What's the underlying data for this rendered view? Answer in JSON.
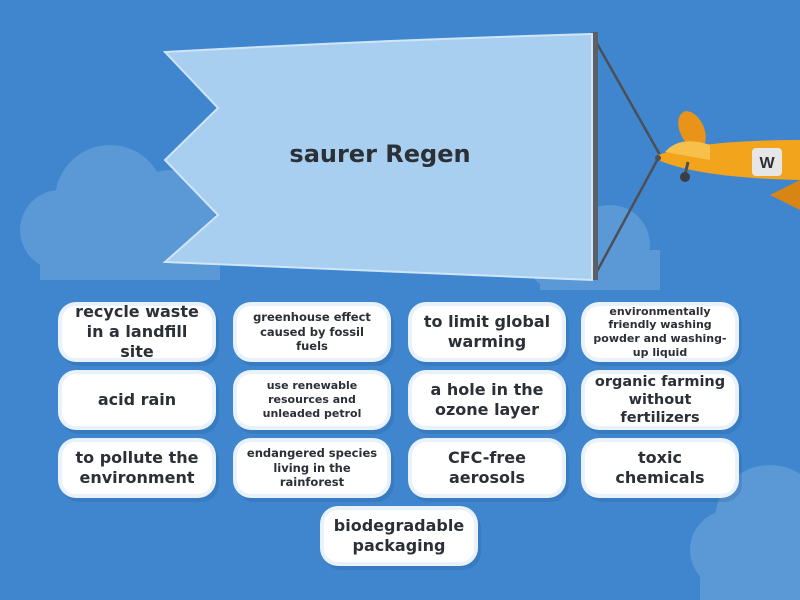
{
  "banner": {
    "text": "saurer Regen"
  },
  "plane": {
    "logo_letter": "W"
  },
  "colors": {
    "background": "#3f86cf",
    "banner": "#a8cff0",
    "card": "#ffffff",
    "plane": "#f2a41c"
  },
  "cards": [
    "recycle waste in a landfill site",
    "greenhouse effect caused by fossil fuels",
    "to limit global warming",
    "environmentally friendly washing powder and washing-up liquid",
    "acid rain",
    "use renewable resources and unleaded petrol",
    "a hole in the ozone layer",
    "organic farming without fertilizers",
    "to pollute the environment",
    "endangered species living in the rainforest",
    "CFC-free aerosols",
    "toxic chemicals",
    "biodegradable packaging"
  ]
}
